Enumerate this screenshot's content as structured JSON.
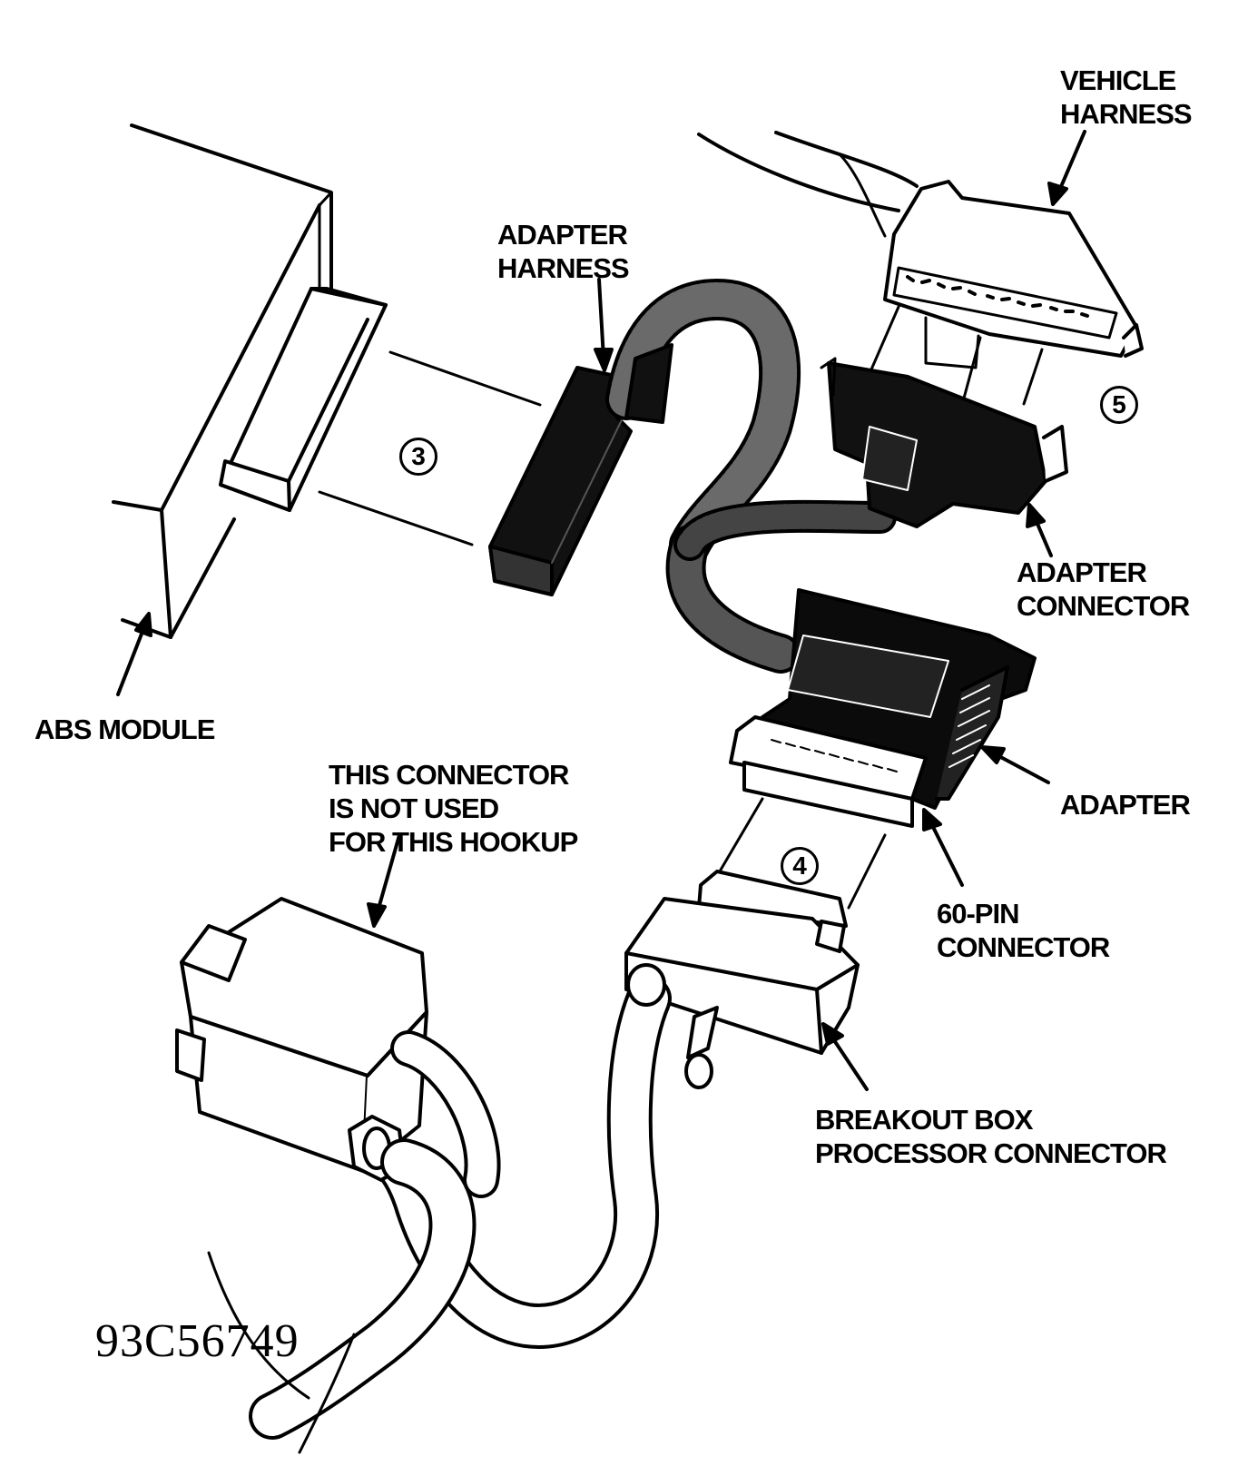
{
  "labels": {
    "vehicle_harness": [
      "VEHICLE",
      "HARNESS"
    ],
    "adapter_harness": [
      "ADAPTER",
      "HARNESS"
    ],
    "adapter_connector": [
      "ADAPTER",
      "CONNECTOR"
    ],
    "abs_module": "ABS MODULE",
    "not_used": {
      "line1": "THIS CONNECTOR",
      "line2_prefix": "IS ",
      "line2_bold": "NOT USED",
      "line3": "FOR THIS HOOKUP"
    },
    "adapter": "ADAPTER",
    "sixty_pin": [
      "60-PIN",
      "CONNECTOR"
    ],
    "breakout": [
      "BREAKOUT BOX",
      "PROCESSOR CONNECTOR"
    ]
  },
  "callouts": {
    "three": "3",
    "four": "4",
    "five": "5"
  },
  "figure_id": "93C56749"
}
